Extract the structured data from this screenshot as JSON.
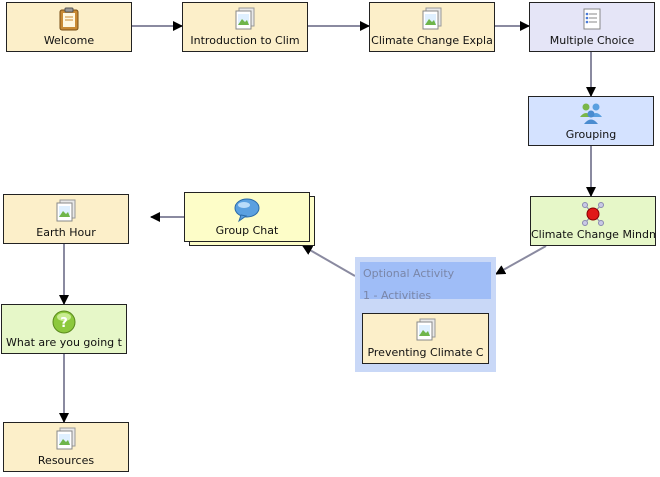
{
  "nodes": {
    "welcome": {
      "label": "Welcome",
      "icon": "notepad-icon"
    },
    "intro": {
      "label": "Introduction to Clim",
      "icon": "image-icon"
    },
    "explained": {
      "label": "Climate Change Expla",
      "icon": "image-icon"
    },
    "multiple_choice": {
      "label": "Multiple Choice",
      "icon": "list-icon"
    },
    "grouping": {
      "label": "Grouping",
      "icon": "people-icon"
    },
    "mindmap": {
      "label": "Climate Change Mindm",
      "icon": "mindmap-icon"
    },
    "group_chat": {
      "label": "Group Chat",
      "icon": "chat-bubble-icon"
    },
    "earth_hour": {
      "label": "Earth Hour",
      "icon": "image-icon"
    },
    "what_going": {
      "label": "What are you going t",
      "icon": "question-icon"
    },
    "resources": {
      "label": "Resources",
      "icon": "image-icon"
    },
    "preventing": {
      "label": "Preventing Climate C",
      "icon": "image-icon"
    }
  },
  "optional_activity": {
    "title": "Optional Activity",
    "subtitle": "1 - Activities"
  },
  "colors": {
    "tool": "#fcefc9",
    "question": "#e6f7c8",
    "grouping": "#d4e2ff",
    "multiple_choice": "#e5e5f7",
    "chat": "#fdfdc8",
    "optional_container": "#c9d8f7",
    "optional_header": "#9fbdf7",
    "connector": "#8a8aa0"
  }
}
